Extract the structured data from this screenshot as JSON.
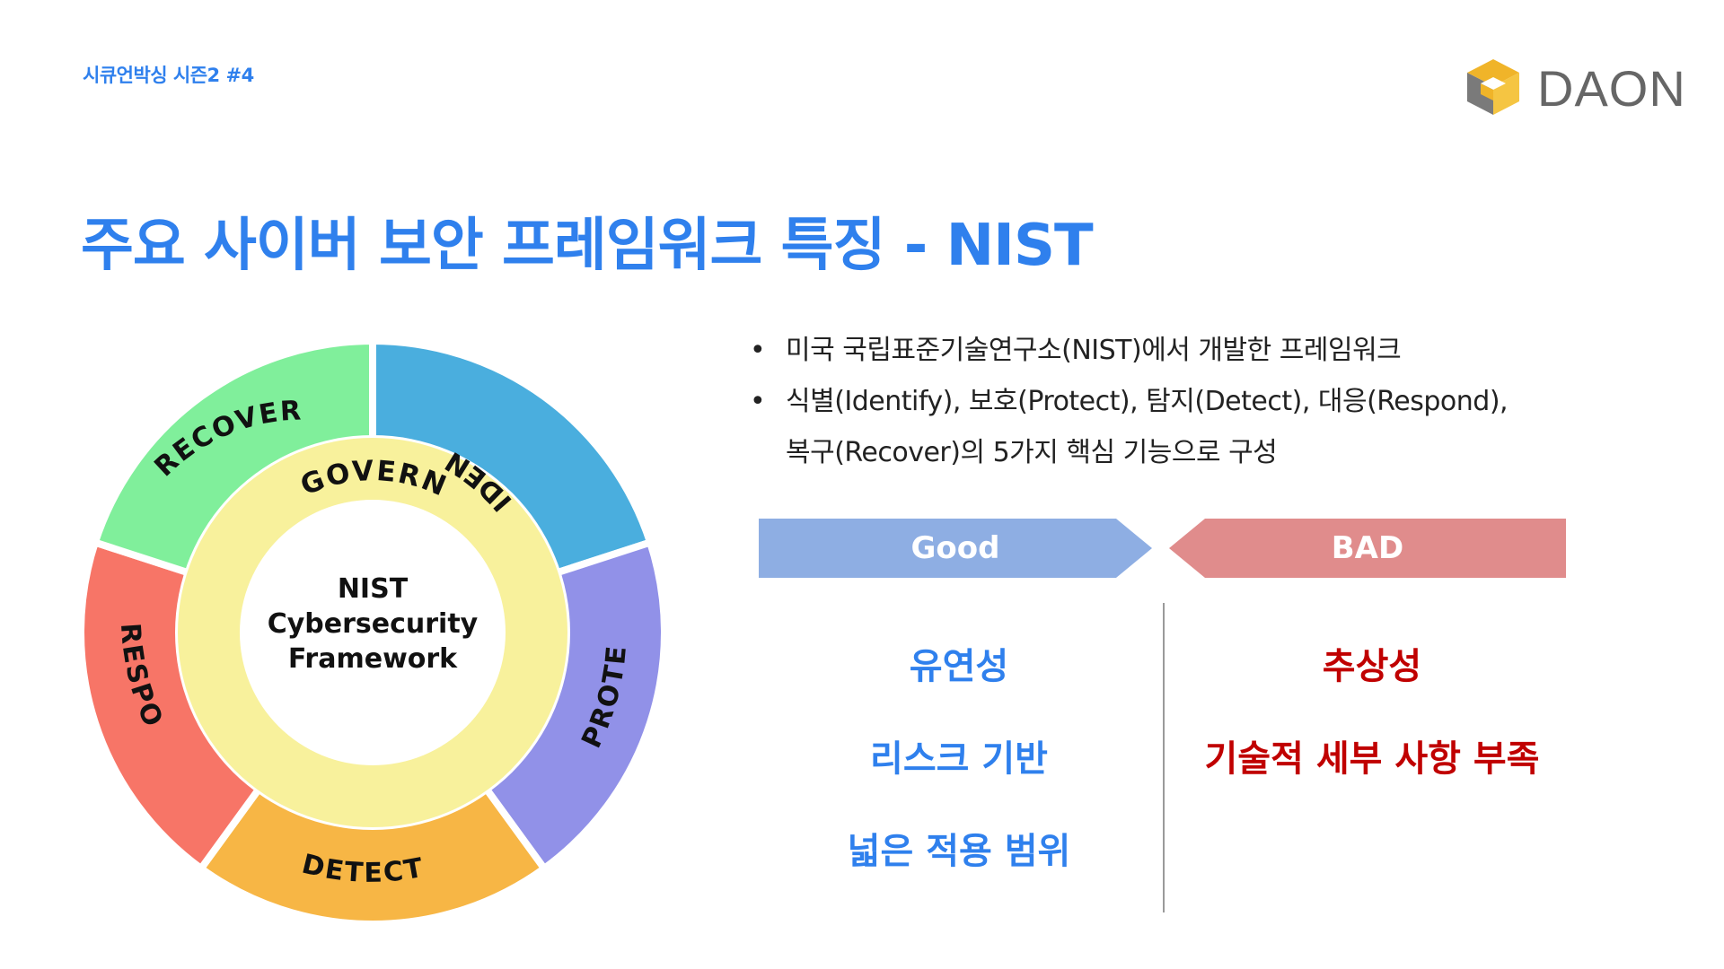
{
  "header": {
    "series_label": "시큐언박싱 시즌2 #4",
    "logo_text": "DAON"
  },
  "title": "주요 사이버 보안 프레임워크 특징 - NIST",
  "wheel": {
    "center_lines": [
      "NIST",
      "Cybersecurity",
      "Framework"
    ],
    "inner_label": "GOVERN",
    "segments": [
      {
        "label": "IDENTIFY",
        "color": "#4aaede"
      },
      {
        "label": "PROTECT",
        "color": "#9191e8"
      },
      {
        "label": "DETECT",
        "color": "#f7b645"
      },
      {
        "label": "RESPOND",
        "color": "#f77567"
      },
      {
        "label": "RECOVER",
        "color": "#80ef9b"
      }
    ],
    "inner_ring_color": "#f8f19c"
  },
  "bullets": [
    "미국 국립표준기술연구소(NIST)에서 개발한 프레임워크",
    "식별(Identify), 보호(Protect), 탐지(Detect), 대응(Respond),",
    "복구(Recover)의 5가지 핵심 기능으로 구성"
  ],
  "comparison": {
    "good_label": "Good",
    "bad_label": "BAD",
    "good_color": "#8eaee3",
    "bad_color": "#e08c8c",
    "good_items": [
      "유연성",
      "리스크 기반",
      "넓은 적용 범위"
    ],
    "bad_items": [
      "추상성",
      "기술적 세부 사항 부족"
    ]
  },
  "colors": {
    "accent_blue": "#2f80ed",
    "bad_red": "#c00000"
  }
}
